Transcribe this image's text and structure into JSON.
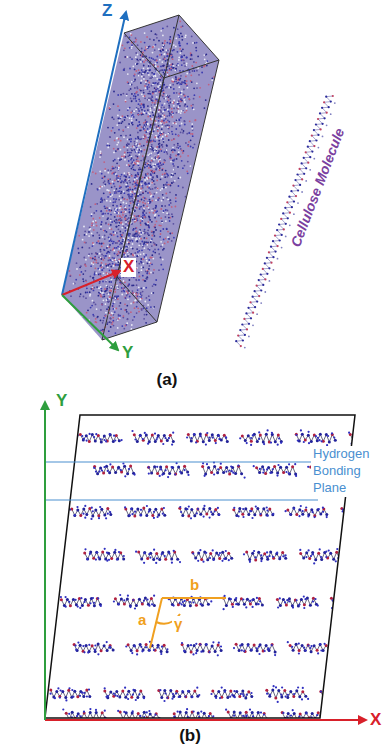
{
  "diagram": {
    "labels": [
      "Z",
      "X",
      "Y",
      "Cellulose Molecule",
      "(a)",
      "Y",
      "Hydrogen Bonding Plane",
      "b",
      "a",
      "γ",
      "X",
      "(b)"
    ]
  }
}
